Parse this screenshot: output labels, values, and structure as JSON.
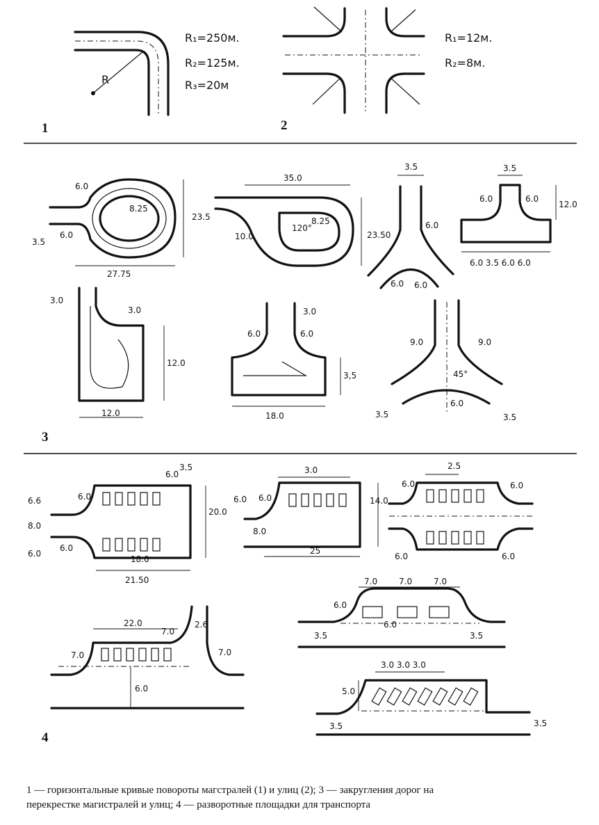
{
  "section_numbers": [
    "1",
    "2",
    "3",
    "4"
  ],
  "fig1": {
    "radius_marker": "R",
    "r1": "R₁=250м.",
    "r2": "R₂=125м.",
    "r3": "R₃=20м"
  },
  "fig2": {
    "r1": "R₁=12м.",
    "r2": "R₂=8м."
  },
  "fig3": {
    "loop": {
      "top_radius": "6.0",
      "inner_radius": "8.25",
      "height": "23.5",
      "width": "27.75",
      "lane": "3.5",
      "bottom_radius": "6.0"
    },
    "teardrop": {
      "length": "35.0",
      "radius": "10.0",
      "angle": "120°",
      "inner_radius": "8.25",
      "height": "23.50"
    },
    "wye": {
      "top_width": "3.5",
      "right_radius": "6.0",
      "left_width": "6.0",
      "right_width": "6.0"
    },
    "tee": {
      "top_width": "3.5",
      "left_radius": "6.0",
      "right_radius": "6.0",
      "height": "12.0",
      "bottom_dims": "6.0 3.5 6.0 6.0"
    },
    "pocket": {
      "top_left": "3.0",
      "corner": "3.0",
      "height": "12.0",
      "width": "12.0"
    },
    "hammer": {
      "top": "3.0",
      "left_radius": "6.0",
      "right_radius": "6.0",
      "height": "3,5",
      "width": "18.0"
    },
    "star": {
      "left_radius": "9.0",
      "right_radius": "9.0",
      "angle": "45°",
      "stem": "6.0",
      "left_width": "3.5",
      "right_width": "3.5"
    }
  },
  "fig4": {
    "a": {
      "top_small": "6.0",
      "top_lane": "3.5",
      "left_top": "6.6",
      "corner_top": "6.0",
      "middle": "8.0",
      "left_bottom": "6.0",
      "corner_bottom": "6.0",
      "height": "20.0",
      "inner_length": "18.0",
      "length": "21.50"
    },
    "b": {
      "top": "3.0",
      "left": "6.0",
      "corner": "6.0",
      "height": "14.0",
      "middle": "8.0",
      "length": "25"
    },
    "c": {
      "lane": "2.5",
      "top_left": "6.0",
      "top_right": "6.0",
      "bottom_left": "6.0",
      "bottom_right": "6.0"
    },
    "d": {
      "length": "22.0",
      "corner": "7.0",
      "lane": "2.6",
      "left_corner": "7.0",
      "right_corner": "7.0",
      "depth": "6.0"
    },
    "e": {
      "seg1": "7.0",
      "seg2": "7.0",
      "seg3": "7.0",
      "left_corner": "6.0",
      "inner_corner": "6.0",
      "left_lane": "3.5",
      "right_lane": "3.5"
    },
    "f": {
      "spacing": "3.0 3.0 3.0",
      "depth": "5.0",
      "left_lane": "3.5",
      "right_lane": "3.5"
    }
  },
  "caption": {
    "line1": "1 — горизонтальные кривые повороты магстралей (1) и улиц (2); 3 — закругления дорог на",
    "line2": "перекрестке магистралей и улиц; 4 — разворотные площадки для транспорта"
  }
}
